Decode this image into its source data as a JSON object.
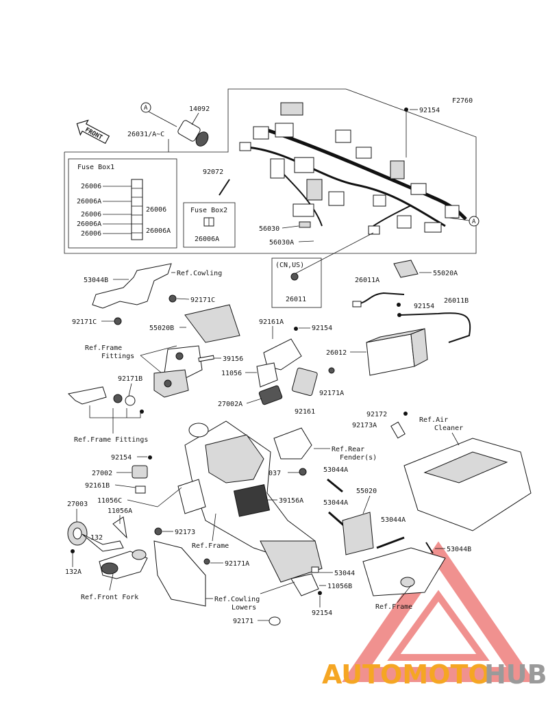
{
  "figure_code": "F2760",
  "front_label": "FRONT",
  "ref_marker": "A",
  "fuse_box1": {
    "title": "Fuse Box1",
    "left_labels": [
      "26006",
      "26006A",
      "26006",
      "26006A",
      "26006"
    ],
    "right_labels": [
      "26006",
      "26006A"
    ]
  },
  "fuse_box2": {
    "title": "Fuse Box2",
    "part": "26006A"
  },
  "cn_us_box": {
    "title": "(CN,US)",
    "part": "26011"
  },
  "labels": {
    "p14092": "14092",
    "p26031": "26031/A~C",
    "p92072": "92072",
    "p92154_top": "92154",
    "p56030": "56030",
    "p56030a": "56030A",
    "p53044b_l": "53044B",
    "ref_cowling": "Ref.Cowling",
    "p92171c_r": "92171C",
    "p92171c_l": "92171C",
    "p55020b": "55020B",
    "ref_frame_fittings_top_1": "Ref.Frame",
    "ref_frame_fittings_top_2": "Fittings",
    "p39156": "39156",
    "p11056": "11056",
    "p92171b": "92171B",
    "ref_frame_fittings_bot": "Ref.Frame Fittings",
    "p92161a": "92161A",
    "p92154_mid": "92154",
    "p27002a": "27002A",
    "p92161": "92161",
    "p92171a_r": "92171A",
    "p26011a": "26011A",
    "p55020a": "55020A",
    "p92154_bat": "92154",
    "p26011b": "26011B",
    "p26012": "26012",
    "p92172": "92172",
    "p92173a": "92173A",
    "ref_air_1": "Ref.Air",
    "ref_air_2": "Cleaner",
    "ref_rear_1": "Ref.Rear",
    "ref_rear_2": "Fender(s)",
    "p92037": "92037",
    "p53044a_1": "53044A",
    "p53044a_2": "53044A",
    "p53044a_3": "53044A",
    "p55020": "55020",
    "p53044b_r": "53044B",
    "p92154_l": "92154",
    "p27002": "27002",
    "p92161b": "92161B",
    "p11056c": "11056C",
    "p11056a": "11056A",
    "p27003": "27003",
    "p132": "132",
    "p132a": "132A",
    "ref_front_fork": "Ref.Front Fork",
    "p92173": "92173",
    "ref_frame": "Ref.Frame",
    "p39156a": "39156A",
    "p92171a_b": "92171A",
    "p53044": "53044",
    "p11056b": "11056B",
    "ref_cowl_lowers_1": "Ref.Cowling",
    "ref_cowl_lowers_2": "Lowers",
    "p92154_b": "92154",
    "p92171": "92171",
    "ref_frame_r": "Ref.Frame"
  },
  "watermark": {
    "part1": "AUTOMOTO",
    "part2": "HUB",
    "color1": "#f5a623",
    "color2": "#9a9a9a",
    "triangle_color": "#e53935"
  }
}
